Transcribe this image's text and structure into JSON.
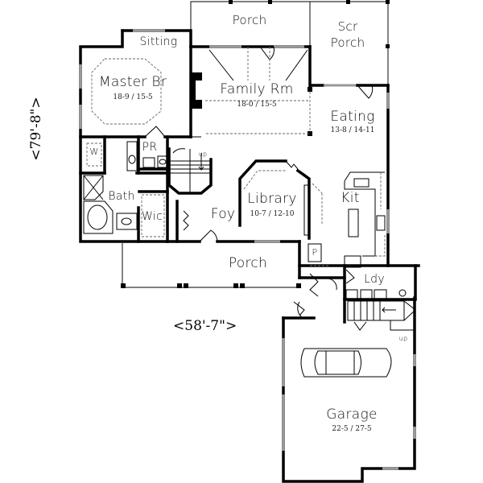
{
  "plan": {
    "overall_width": "58'-7\"",
    "overall_depth": "79'-8\"",
    "rooms": [
      {
        "id": "porch-rear",
        "label": "Porch",
        "dims": ""
      },
      {
        "id": "scr-porch",
        "label": "Scr Porch",
        "label_line1": "Scr",
        "label_line2": "Porch",
        "dims": ""
      },
      {
        "id": "sitting",
        "label": "Sitting",
        "dims": ""
      },
      {
        "id": "master-br",
        "label": "Master Br",
        "dims": "18-9 / 15-5"
      },
      {
        "id": "family-rm",
        "label": "Family Rm",
        "dims": "18-0 / 15-5"
      },
      {
        "id": "eating",
        "label": "Eating",
        "dims": "13-8 / 14-11"
      },
      {
        "id": "pr",
        "label": "PR",
        "dims": ""
      },
      {
        "id": "w",
        "label": "W",
        "dims": ""
      },
      {
        "id": "bath",
        "label": "Bath",
        "dims": ""
      },
      {
        "id": "wic",
        "label": "Wic",
        "dims": ""
      },
      {
        "id": "foy",
        "label": "Foy",
        "dims": ""
      },
      {
        "id": "library",
        "label": "Library",
        "dims": "10-7 / 12-10"
      },
      {
        "id": "kit",
        "label": "Kit",
        "dims": ""
      },
      {
        "id": "pantry",
        "label": "P",
        "dims": ""
      },
      {
        "id": "porch-front",
        "label": "Porch",
        "dims": ""
      },
      {
        "id": "ldy",
        "label": "Ldy",
        "dims": ""
      },
      {
        "id": "garage",
        "label": "Garage",
        "dims": "22-5 / 27-5"
      }
    ],
    "stair_labels": {
      "main_up": "up",
      "garage_up": "up"
    }
  }
}
